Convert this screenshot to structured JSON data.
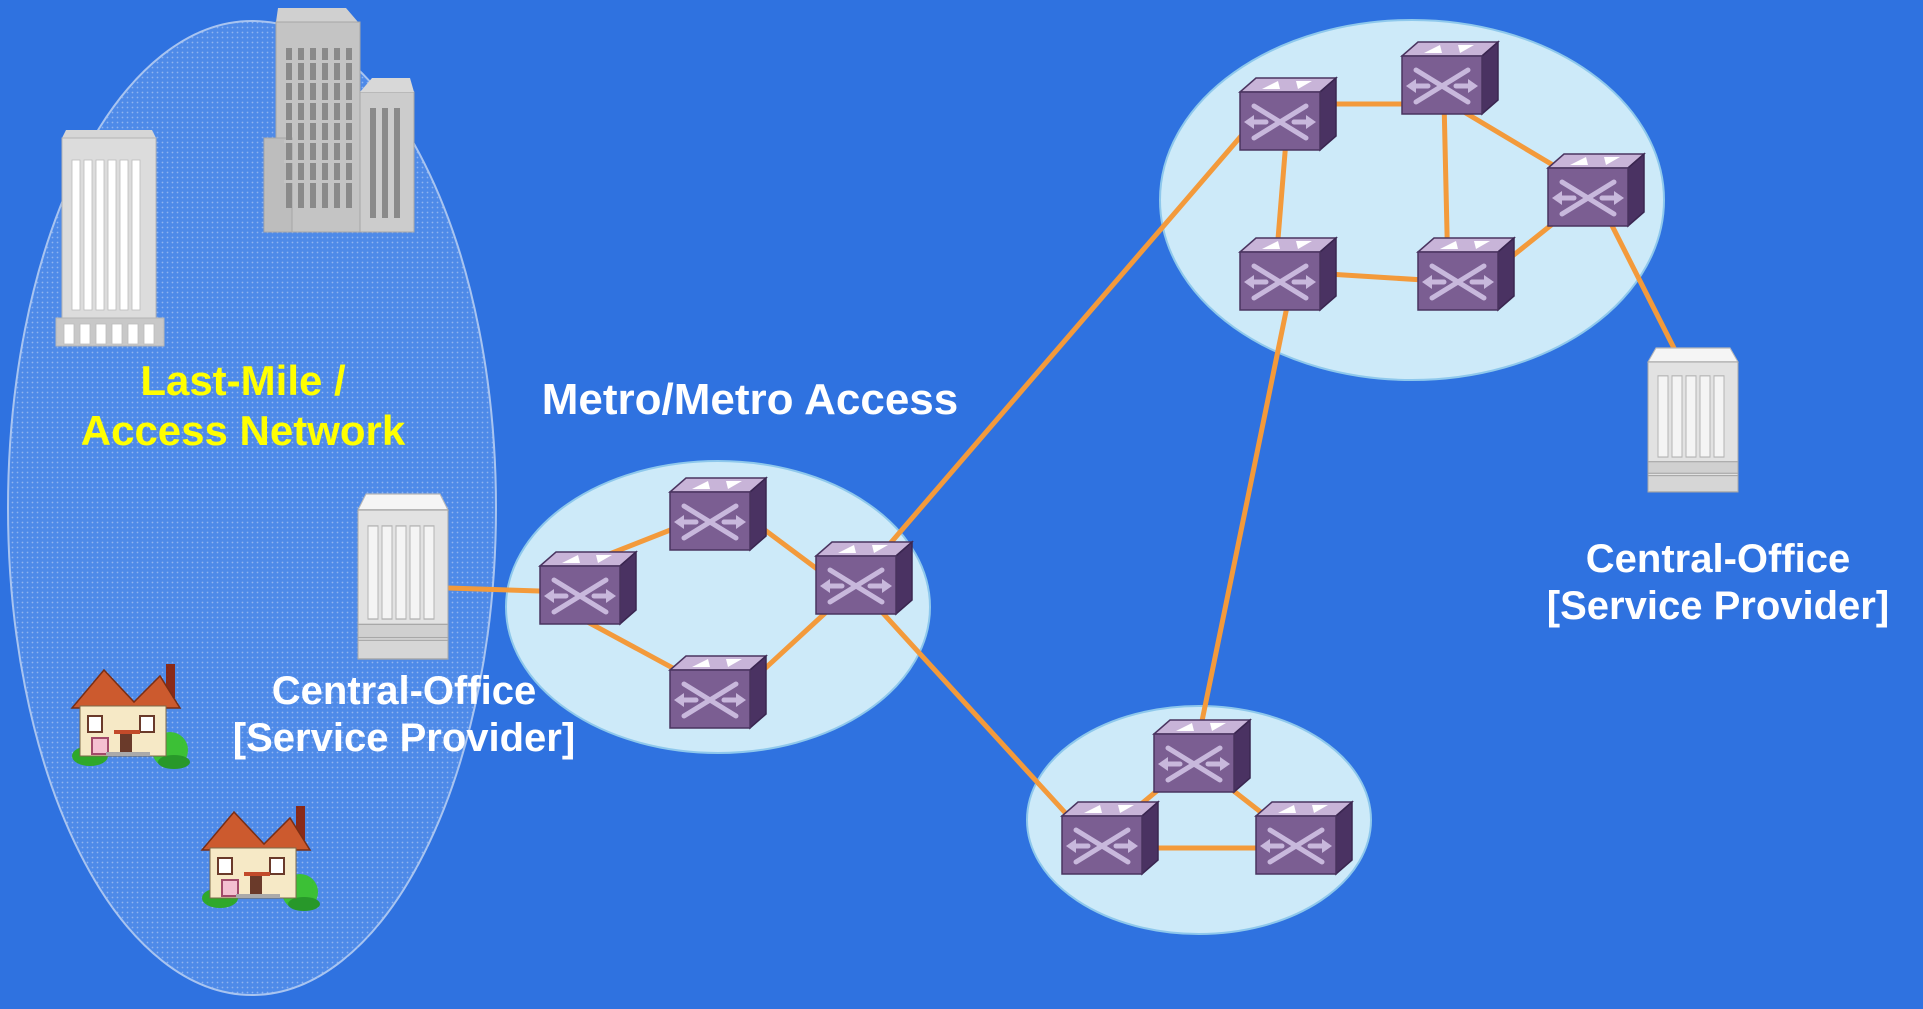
{
  "labels": {
    "access_line1": "Last-Mile /",
    "access_line2": "Access Network",
    "metro": "Metro/Metro Access",
    "co_left_line1": "Central-Office",
    "co_left_line2": "[Service Provider]",
    "co_right_line1": "Central-Office",
    "co_right_line2": "[Service Provider]"
  },
  "colors": {
    "background": "#2f72e0",
    "ring_fill": "#cdeaf9",
    "link": "#f39a3b",
    "switch_front": "#7b5e92",
    "access_label": "#ffff00",
    "label": "#ffffff"
  },
  "icons": [
    "office-building-icon",
    "house-icon",
    "central-office-rack-icon",
    "optical-switch-icon"
  ]
}
